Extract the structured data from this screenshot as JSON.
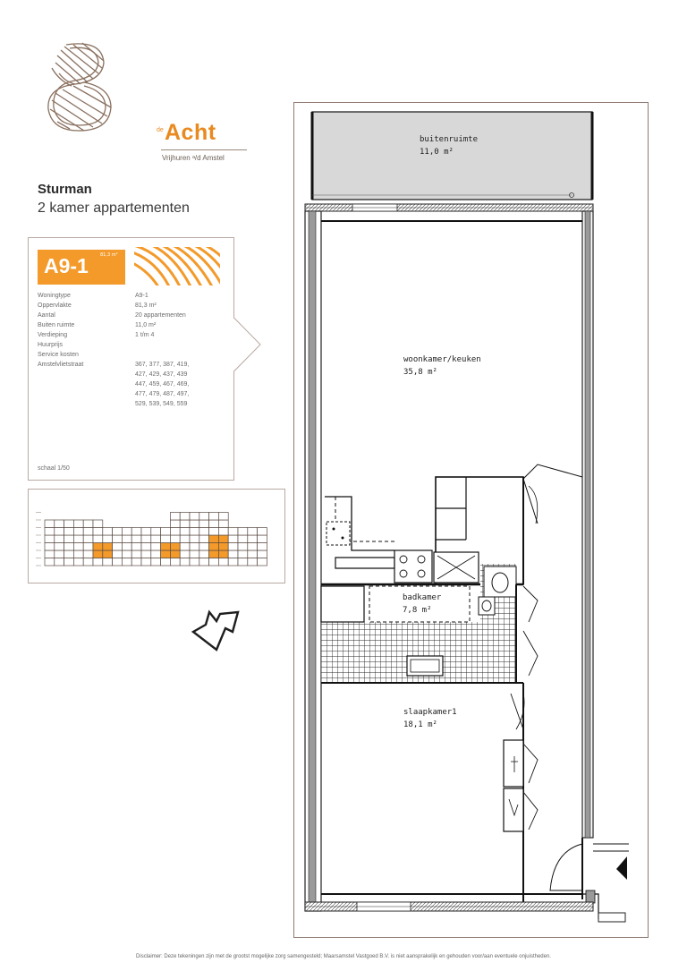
{
  "brand": {
    "prefix": "de",
    "name": "Acht",
    "tagline": "Vrijhuren ᵃ/d Amstel",
    "accent_color": "#f39a2a",
    "logo_color": "#8a7160"
  },
  "project": {
    "name": "Sturman",
    "subtitle": "2 kamer appartementen"
  },
  "unit": {
    "code": "A9-1",
    "area_badge": "81,3 m²",
    "specs": [
      {
        "label": "Woningtype",
        "value": "A9-1"
      },
      {
        "label": "Oppervlakte",
        "value": "81,3 m²"
      },
      {
        "label": "Aantal",
        "value": "20 appartementen"
      },
      {
        "label": "Buiten ruimte",
        "value": "11,0 m²"
      },
      {
        "label": "Verdieping",
        "value": "1 t/m 4"
      },
      {
        "label": "Huurprijs",
        "value": ""
      },
      {
        "label": "Service kosten",
        "value": ""
      },
      {
        "label": "Amstelvlietstraat",
        "value": "367, 377, 387, 419,"
      }
    ],
    "address_lines": [
      "427, 429, 437, 439",
      "447, 459, 467, 469,",
      "477, 479, 487, 497,",
      "529, 539, 549, 559"
    ],
    "scale": "schaal 1/50"
  },
  "rooms": {
    "buitenruimte": {
      "name": "buitenruimte",
      "area": "11,0 m²"
    },
    "woonkamer": {
      "name": "woonkamer/keuken",
      "area": "35,8 m²"
    },
    "badkamer": {
      "name": "badkamer",
      "area": "7,8 m²"
    },
    "slaapkamer": {
      "name": "slaapkamer1",
      "area": "18,1 m²"
    }
  },
  "disclaimer": "Disclaimer: Deze tekeningen zijn met de grootst mogelijke zorg samengesteld; Maarsamstel Vastgoed B.V. is niet aansprakelijk en gehouden voor/aan eventuele onjuistheden."
}
